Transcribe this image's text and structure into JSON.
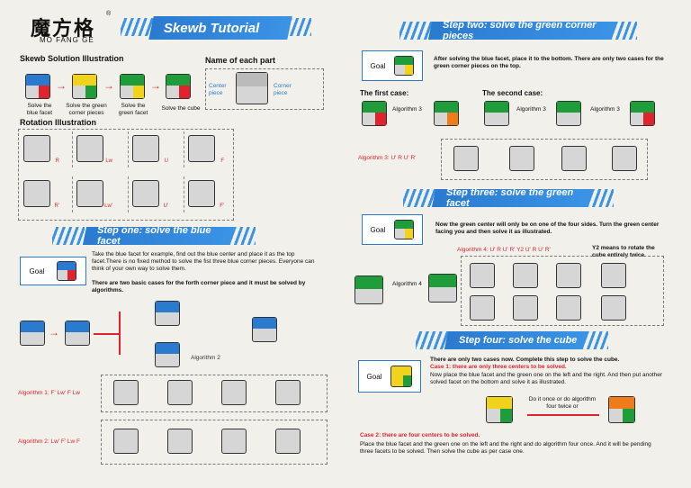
{
  "brand": {
    "name": "魔方格",
    "sub": "MO FANG GE",
    "reg": "®"
  },
  "title": "Skewb Tutorial",
  "left": {
    "solution_heading": "Skewb Solution Illustration",
    "parts_heading": "Name of each part",
    "center_label": "Center piece",
    "corner_label": "Corner piece",
    "steps": [
      "Solve the blue facet",
      "Solve the green corner pieces",
      "Solve the green facet",
      "Solve the cube"
    ],
    "rotation_heading": "Rotation Illustration",
    "rotations": [
      "R",
      "Lw",
      "U",
      "F",
      "R'",
      "Lw'",
      "U'",
      "F'"
    ],
    "step1_banner": "Step one: solve the blue facet",
    "goal": "Goal",
    "step1_p1": "Take the blue facet for example, find out the blue center and place it as the top facet.There is no fixed method to solve the fist three blue corner pieces. Everyone can think of your own way to solve them.",
    "step1_p2": "There are two basic cases for the forth corner piece and it must be solved by algorithms.",
    "algorithm2": "Algorithm 2",
    "alg1": "Algorithm 1: F'  Lw'  F  Lw",
    "alg2": "Algorithm 2: Lw'  F'  Lw  F"
  },
  "right": {
    "step2_banner": "Step two: solve the green corner pieces",
    "goal": "Goal",
    "step2_text": "After solving the blue facet, place it to the bottom. There are only two cases for the green corner pieces on the top.",
    "first_case": "The first case:",
    "second_case": "The second case:",
    "algorithm3": "Algorithm 3",
    "alg3": "Algorithm 3: U'  R  U'  R'",
    "step3_banner": "Step three: solve the green facet",
    "step3_text": "Now the green center will only be on one of the four sides. Turn the green center facing you and then solve it as illustrated.",
    "alg4": "Algorithm 4: U'  R  U'  R'  Y2  U'  R  U'  R'",
    "y2_note": "Y2 means to rotate the cube entirely twice.",
    "algorithm4": "Algorithm 4",
    "step4_banner": "Step four: solve the cube",
    "step4_text1": "There are only two cases now. Complete this step to solve the cube.",
    "case1_bold": "Case 1: there are only three centers to be solved.",
    "case1_text": "Now place the blue facet and the green one on the left and the right. And then put another solved facet on the bottom and solve it as illustrated.",
    "do_once": "Do it once or do algorithm four twice or",
    "case2_bold": "Case 2: there are four centers to be solved.",
    "case2_text": "Place the blue facet and the green one on the left and the right and do algorithm four once. And it will be pending three facets to be solved. Then solve the cube as per case one."
  },
  "colors": {
    "blue": "#2a7bd0",
    "red": "#e0232f",
    "green": "#1f9d3a",
    "yellow": "#f2d31b",
    "orange": "#ef7b1a",
    "white": "#ffffff"
  }
}
